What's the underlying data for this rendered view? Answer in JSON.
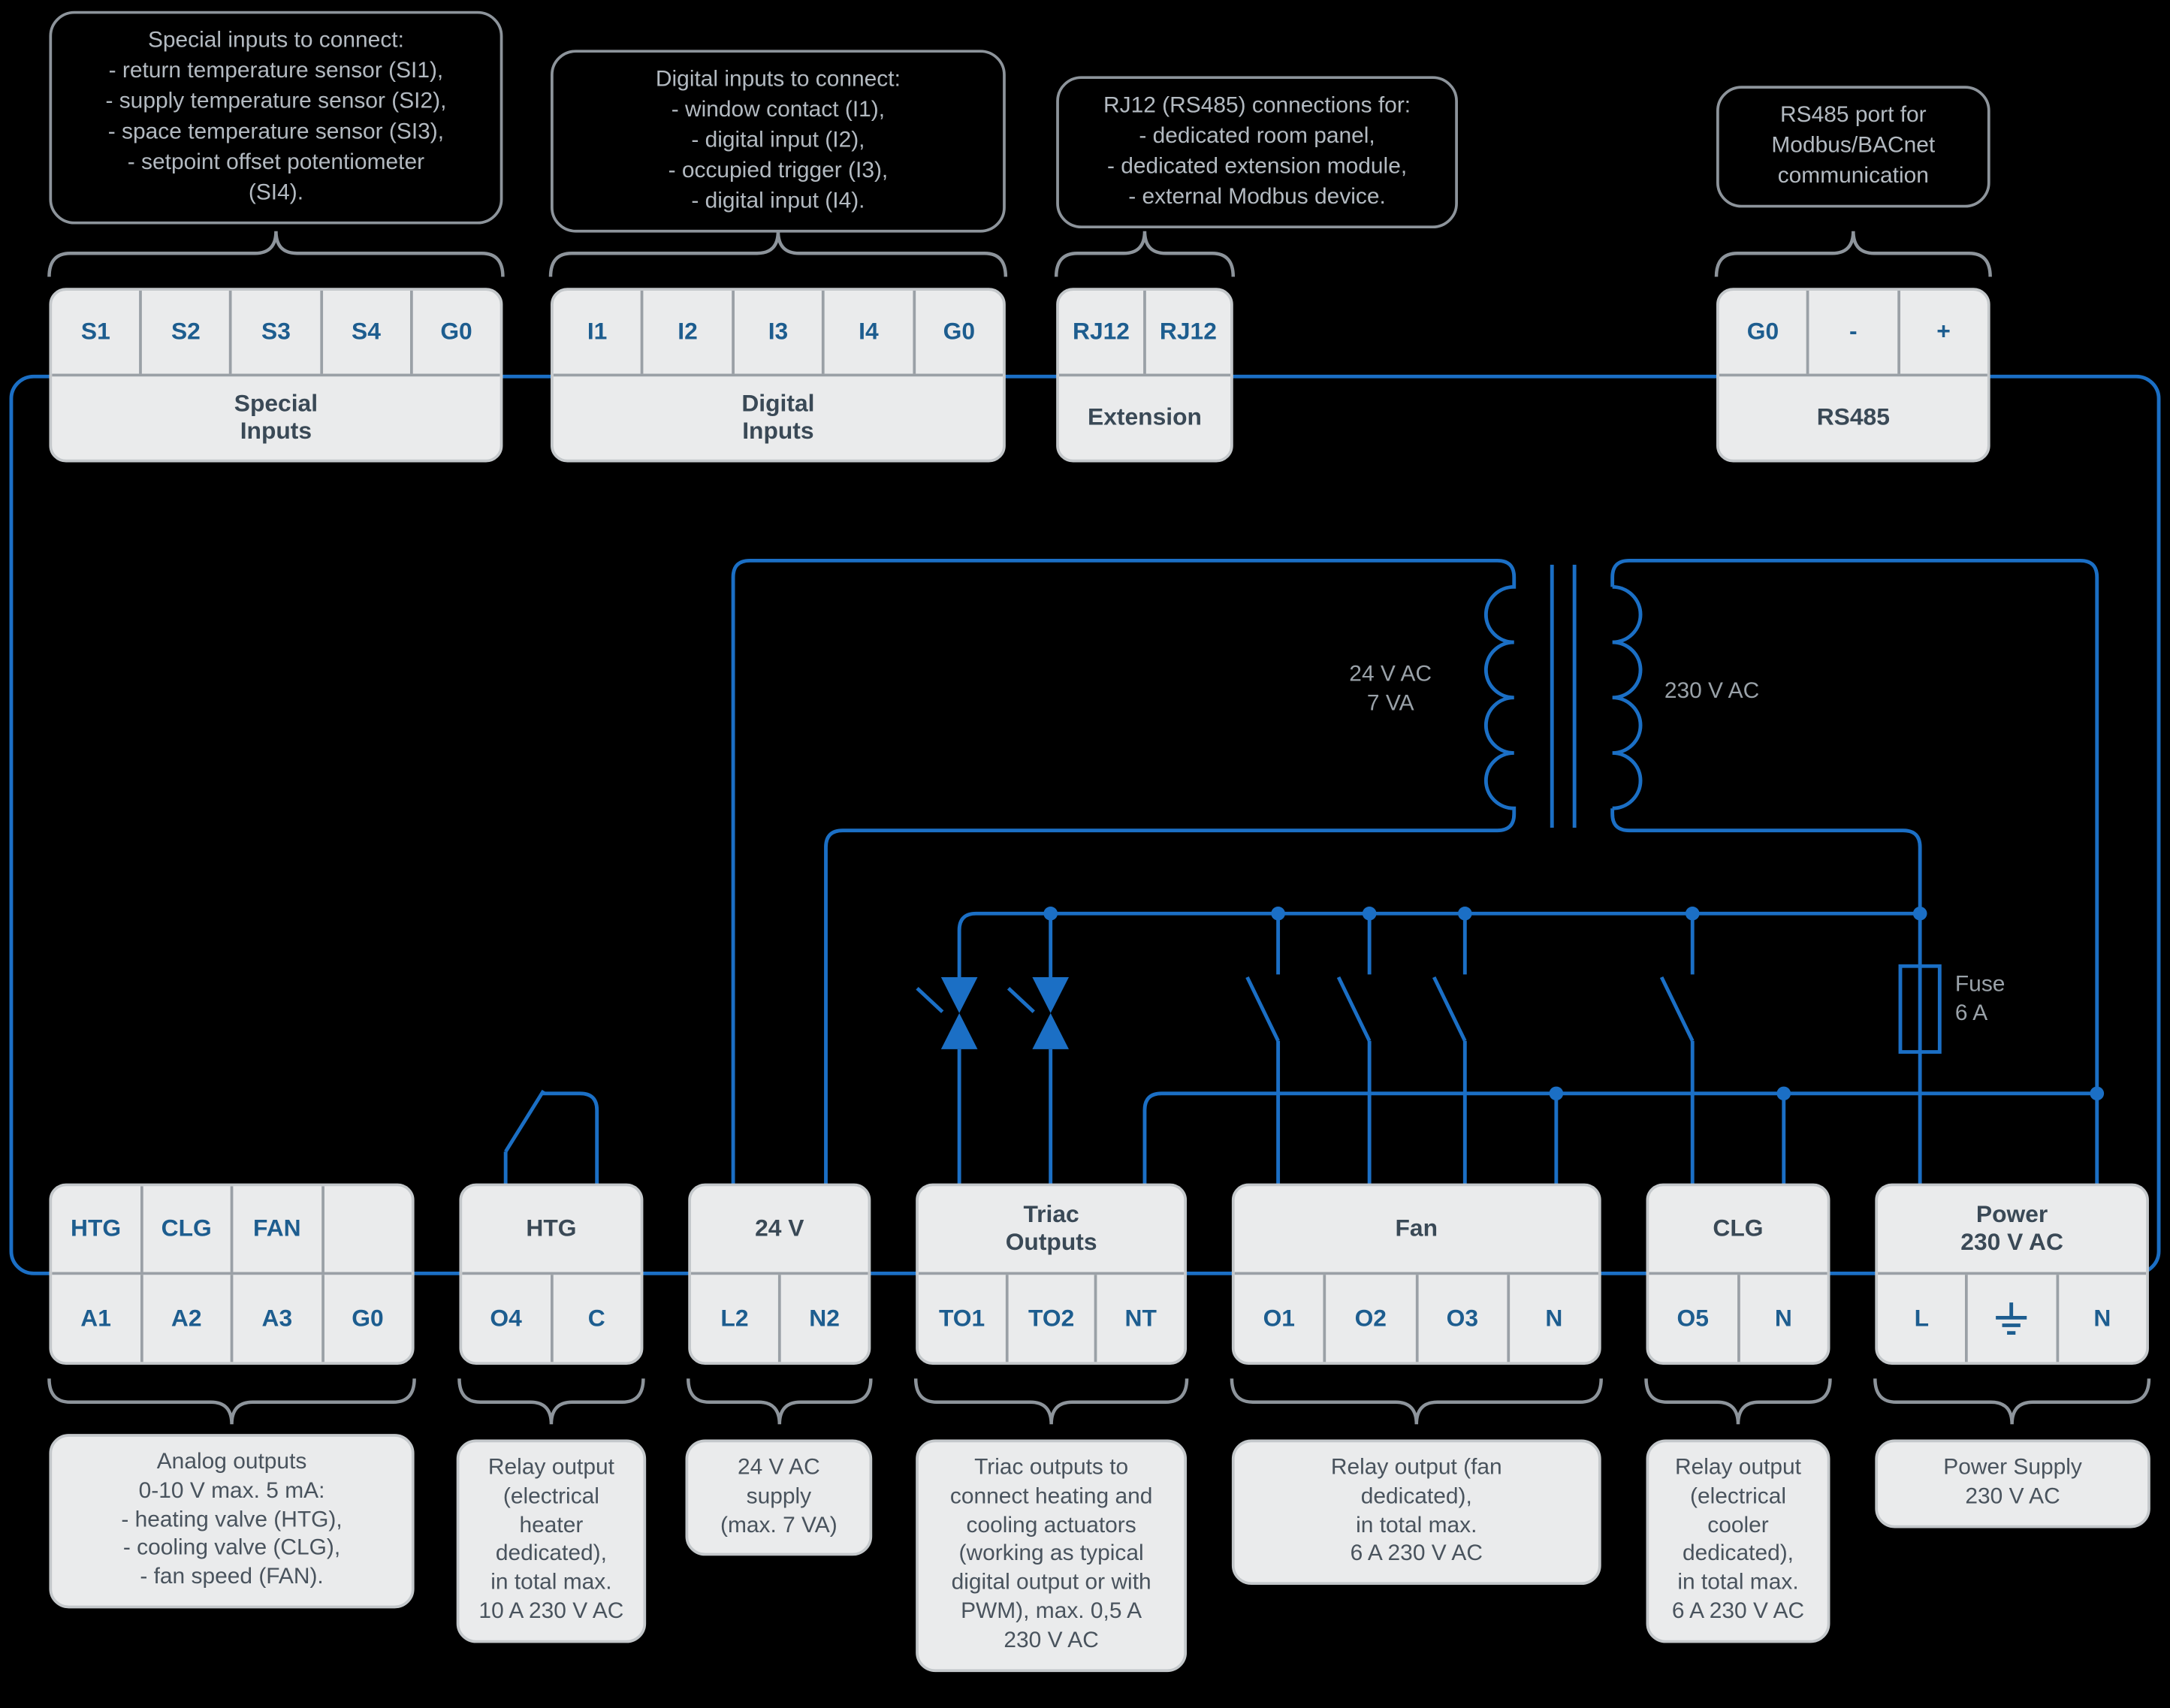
{
  "top_notes": [
    {
      "id": "special-inputs",
      "text": "Special inputs to connect:\n- return temperature sensor (SI1),\n- supply temperature sensor (SI2),\n- space temperature sensor (SI3),\n- setpoint offset potentiometer\n(SI4)."
    },
    {
      "id": "digital-inputs",
      "text": "Digital inputs to connect:\n- window contact (I1),\n- digital input (I2),\n- occupied trigger (I3),\n- digital input (I4)."
    },
    {
      "id": "extension",
      "text": "RJ12 (RS485) connections for:\n- dedicated room panel,\n- dedicated extension module,\n- external Modbus device."
    },
    {
      "id": "rs485",
      "text": "RS485 port for\nModbus/BACnet\ncommunication"
    }
  ],
  "top_blocks": [
    {
      "name": "Special\nInputs",
      "terminals": [
        "S1",
        "S2",
        "S3",
        "S4",
        "G0"
      ]
    },
    {
      "name": "Digital\nInputs",
      "terminals": [
        "I1",
        "I2",
        "I3",
        "I4",
        "G0"
      ]
    },
    {
      "name": "Extension",
      "terminals": [
        "RJ12",
        "RJ12"
      ]
    },
    {
      "name": "RS485",
      "terminals": [
        "G0",
        "-",
        "+"
      ]
    }
  ],
  "bottom_blocks": [
    {
      "name": "",
      "top_labels": [
        "HTG",
        "CLG",
        "FAN",
        ""
      ],
      "terminals": [
        "A1",
        "A2",
        "A3",
        "G0"
      ]
    },
    {
      "name": "HTG",
      "terminals": [
        "O4",
        "C"
      ]
    },
    {
      "name": "24 V",
      "terminals": [
        "L2",
        "N2"
      ]
    },
    {
      "name": "Triac\nOutputs",
      "terminals": [
        "TO1",
        "TO2",
        "NT"
      ]
    },
    {
      "name": "Fan",
      "terminals": [
        "O1",
        "O2",
        "O3",
        "N"
      ]
    },
    {
      "name": "CLG",
      "terminals": [
        "O5",
        "N"
      ]
    },
    {
      "name": "Power\n230 V AC",
      "terminals": [
        "L",
        "N"
      ],
      "center_symbol": "earth-ground"
    }
  ],
  "bottom_notes": [
    {
      "id": "analog-outputs",
      "text": "Analog outputs\n0-10 V max. 5 mA:\n- heating valve (HTG),\n- cooling valve (CLG),\n- fan speed (FAN)."
    },
    {
      "id": "htg-relay",
      "text": "Relay output\n(electrical\nheater\ndedicated),\nin total max.\n10 A 230 V AC"
    },
    {
      "id": "24v-supply",
      "text": "24 V AC\nsupply\n(max. 7 VA)"
    },
    {
      "id": "triac-outputs",
      "text": "Triac outputs to\nconnect heating and\ncooling actuators\n(working as typical\ndigital output or with\nPWM), max. 0,5 A\n230 V AC"
    },
    {
      "id": "fan-relay",
      "text": "Relay output (fan\ndedicated),\nin total max.\n6 A 230 V AC"
    },
    {
      "id": "clg-relay",
      "text": "Relay output\n(electrical\ncooler\ndedicated),\nin total max.\n6 A 230 V AC"
    },
    {
      "id": "power-supply",
      "text": "Power Supply\n230 V AC"
    }
  ],
  "transformer": {
    "secondary_label": "24 V AC\n7 VA",
    "primary_label": "230 V AC"
  },
  "fuse_label": "Fuse\n6 A",
  "colors": {
    "background": "#000000",
    "wire_blue": "#1b6fc5",
    "block_fill": "#eaebec",
    "terminal_text": "#1d5d8f",
    "block_name_text": "#3a4956",
    "note_text_light": "#b3bac1",
    "note_border": "#8d949b",
    "note_text_dark": "#49535d",
    "label_gray": "#9aa2a9"
  }
}
